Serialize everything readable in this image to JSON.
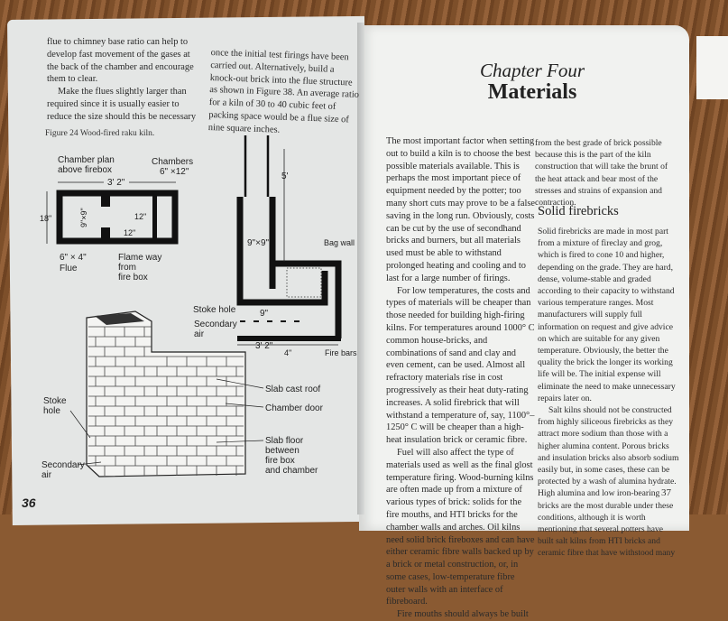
{
  "left_page": {
    "col1": [
      "flue to chimney base ratio can help to develop fast movement of the gases at the back of the chamber and encourage them to clear.",
      "Make the flues slightly larger than required since it is usually easier to reduce the size should this be necessary"
    ],
    "col2": [
      "once the initial test firings have been carried out. Alternatively, build a knock-out brick into the flue structure as shown in Figure 38. An average ratio for a kiln of 30 to 40 cubic feet of packing space would be a flue size of nine square inches."
    ],
    "figure_caption": "Figure 24 Wood-fired raku kiln.",
    "figure": {
      "plan_title_1": "Chamber plan",
      "plan_title_2": "above firebox",
      "chambers_1": "Chambers",
      "chambers_2": "6\" ×12\"",
      "width_dim": "3' 2\"",
      "height_dim": "18\"",
      "flue_dim": "9\"×9\"",
      "inner_12a": "12\"",
      "inner_12b": "12\"",
      "flue_1": "6\" × 4\"",
      "flue_2": "Flue",
      "flame_1": "Flame way",
      "flame_2": "from",
      "flame_3": "fire box",
      "section_5ft": "5'",
      "section_9x9": "9\"×9\"",
      "bag_wall": "Bag wall",
      "stoke_hole": "Stoke hole",
      "secondary_air_1": "Secondary",
      "secondary_air_2": "air",
      "dim_9": "9\"",
      "dim_3_2": "3' 2\"",
      "dim_4": "4\"",
      "fire_bars": "Fire bars",
      "slab_cast_roof": "Slab cast roof",
      "chamber_door": "Chamber door",
      "slab_floor_1": "Slab floor",
      "slab_floor_2": "between",
      "slab_floor_3": "fire box",
      "slab_floor_4": "and chamber",
      "stoke_1": "Stoke",
      "stoke_2": "hole",
      "sec_air_1": "Secondary",
      "sec_air_2": "air"
    },
    "page_number": "36"
  },
  "right_page": {
    "chapter": "Chapter Four",
    "title": "Materials",
    "col1": [
      "The most important factor when setting out to build a kiln is to choose the best possible materials available. This is perhaps the most important piece of equipment needed by the potter; too many short cuts may prove to be a false saving in the long run. Obviously, costs can be cut by the use of secondhand bricks and burners, but all materials used must be able to withstand prolonged heating and cooling and to last for a large number of firings.",
      "For low temperatures, the costs and types of materials will be cheaper than those needed for building high-firing kilns. For temperatures around 1000° C common house-bricks, and combinations of sand and clay and even cement, can be used. Almost all refractory materials rise in cost progressively as their heat duty-rating increases. A solid firebrick that will withstand a temperature of, say, 1100°–1250° C will be cheaper than a high-heat insulation brick or ceramic fibre.",
      "Fuel will also affect the type of materials used as well as the final glost temperature firing. Wood-burning kilns are often made up from a mixture of various types of brick: solids for the fire mouths, and HTI bricks for the chamber walls and arches. Oil kilns need solid brick fireboxes and can have either ceramic fibre walls backed up by a brick or metal construction, or, in some cases, low-temperature fibre outer walls with an interface of fibreboard.",
      "Fire mouths should always be built"
    ],
    "col2_top": "from the best grade of brick possible because this is the part of the kiln construction that will take the brunt of the heat attack and bear most of the stresses and strains of expansion and contraction.",
    "subheading": "Solid firebricks",
    "col2": [
      "Solid firebricks are made in most part from a mixture of fireclay and grog, which is fired to cone 10 and higher, depending on the grade. They are hard, dense, volume-stable and graded according to their capacity to withstand various temperature ranges. Most manufacturers will supply full information on request and give advice on which are suitable for any given temperature. Obviously, the better the quality the brick the longer its working life will be. The initial expense will eliminate the need to make unnecessary repairs later on.",
      "Salt kilns should not be constructed from highly siliceous firebricks as they attract more sodium than those with a higher alumina content. Porous bricks and insulation bricks also absorb sodium easily but, in some cases, these can be protected by a wash of alumina hydrate. High alumina and low iron-bearing bricks are the most durable under these conditions, although it is worth mentioning that several potters have built salt kilns from HTI bricks and ceramic fibre that have withstood many"
    ],
    "page_number": "37"
  }
}
